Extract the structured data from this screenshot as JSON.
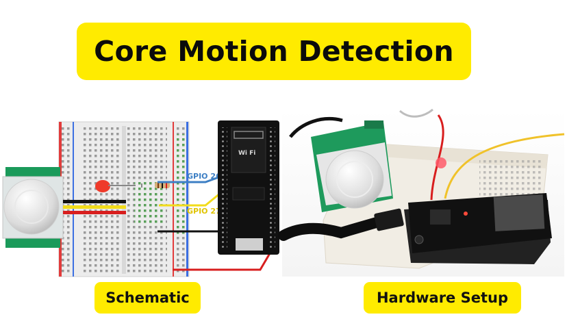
{
  "title": "Core Motion Detection",
  "labels": {
    "schematic": "Schematic",
    "hardware": "Hardware Setup"
  },
  "schematic": {
    "gpio_top": "GPIO 26",
    "gpio_bottom": "GPIO 27",
    "wifi": "Wi Fi"
  },
  "colors": {
    "accent_yellow": "#ffeb00",
    "wire_blue": "#3d7fc4",
    "wire_yellow": "#f2dc1a",
    "wire_red": "#d81e1e",
    "wire_black": "#111111",
    "pcb_green": "#1c7a4a"
  },
  "icons": [
    "pir-sensor-icon",
    "led-icon",
    "resistor-icon",
    "esp32-board-icon",
    "usb-cable-icon"
  ]
}
